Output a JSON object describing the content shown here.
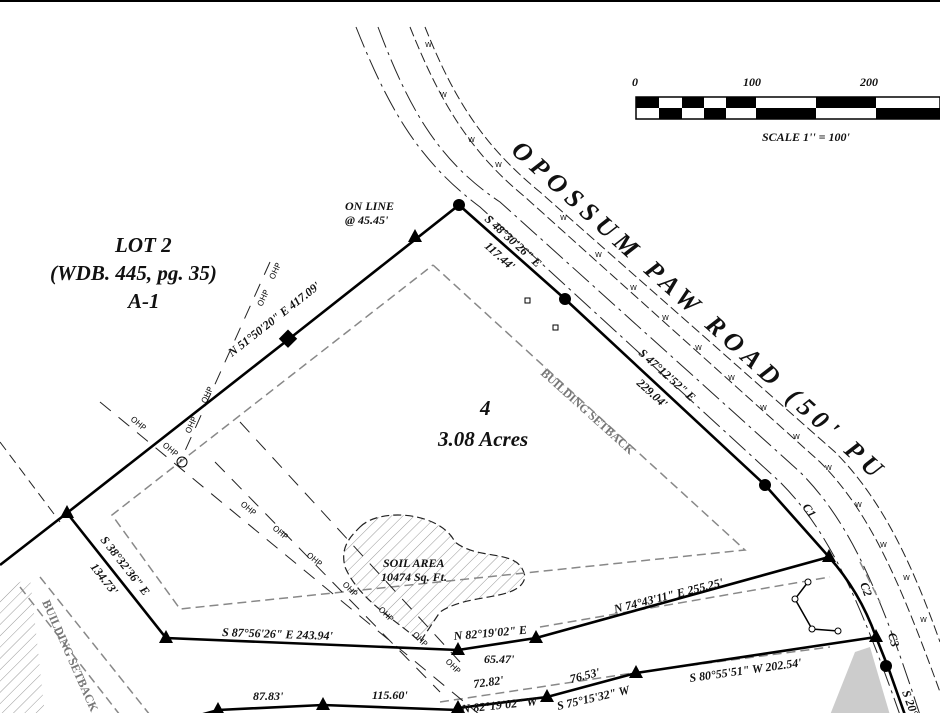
{
  "scale_bar": {
    "ticks": [
      "0",
      "100",
      "200"
    ],
    "label": "SCALE  1'' = 100'"
  },
  "road": {
    "name": "OPOSSUM PAW ROAD (50' PU"
  },
  "lot2": {
    "title": "LOT 2",
    "deed": "(WDB. 445, pg. 35)",
    "zone": "A-1"
  },
  "lot4": {
    "number": "4",
    "area": "3.08 Acres"
  },
  "on_line": {
    "line1": "ON LINE",
    "line2": "@ 45.45'"
  },
  "soil_area": {
    "line1": "SOIL AREA",
    "line2": "10474 Sq. Ft."
  },
  "setback_label": "BUILDING SETBACK",
  "ohp_label": "OHP",
  "water_label": "W",
  "curves": [
    "C1",
    "C2",
    "C3"
  ],
  "calls": {
    "nw_line": "N 51°50'20\" E 417.09'",
    "road_bearing_1": "S 48°30'26\" E",
    "road_dist_1": "117.44'",
    "road_bearing_2": "S 47°12'52\" E",
    "road_dist_2": "229.04'",
    "sw_bearing": "S 38°32'36\" E",
    "sw_dist": "134.73'",
    "south_1": "S 87°56'26\" E  243.94'",
    "south_2_bearing": "N 82°19'02\" E",
    "south_2_dist": "65.47'",
    "south_3": "N 74°43'11\" E  255.25'",
    "lower_1": "S 80°55'51\" W  202.54'",
    "lower_2_dist": "76.53'",
    "lower_2_bearing": "S 75°15'32\" W",
    "lower_3_dist": "72.82'",
    "lower_3_bearing": "N 82°19'02\" W",
    "bottom_1": "87.83'",
    "bottom_2": "115.60'",
    "edge_bearing": "S 20°"
  }
}
